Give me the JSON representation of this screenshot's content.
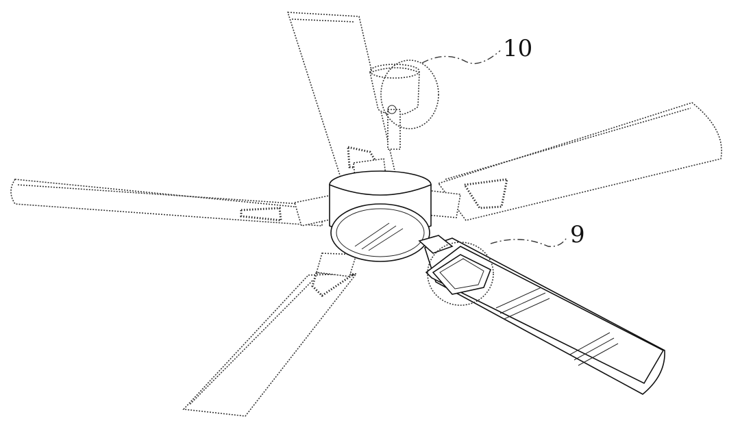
{
  "callouts": [
    {
      "id": "10",
      "label": "10"
    },
    {
      "id": "9",
      "label": "9"
    }
  ]
}
